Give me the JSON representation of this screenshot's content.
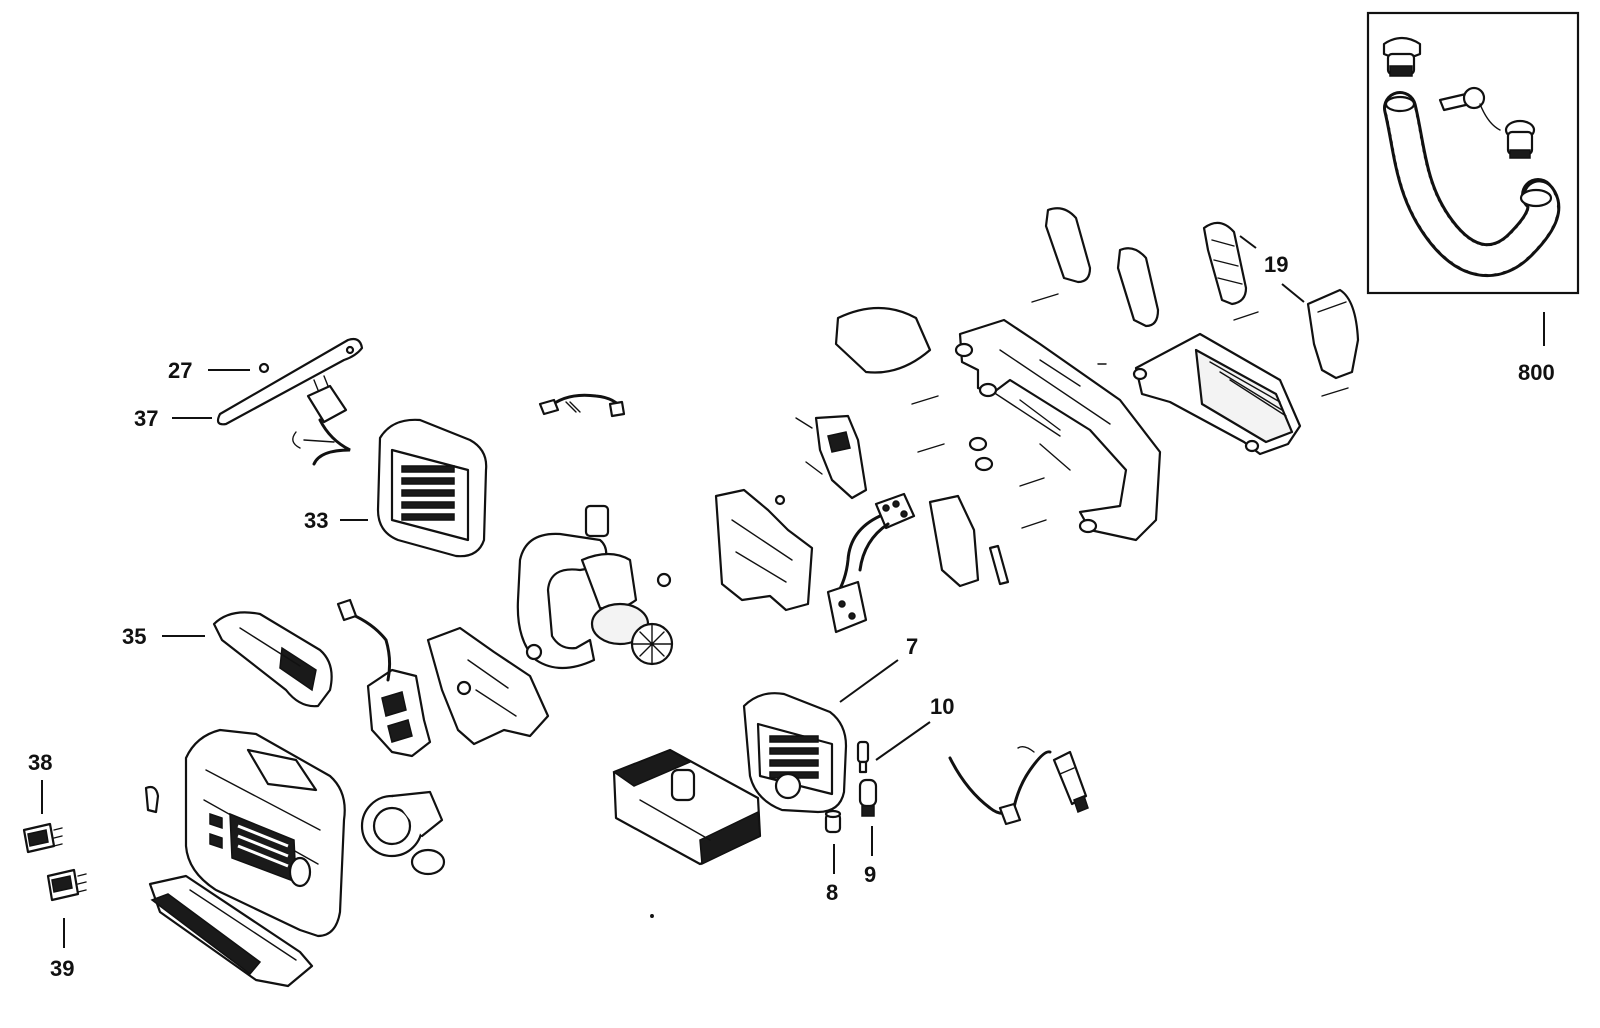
{
  "callouts": {
    "c7": "7",
    "c8": "8",
    "c9": "9",
    "c10": "10",
    "c19": "19",
    "c27": "27",
    "c33": "33",
    "c35": "35",
    "c37": "37",
    "c38": "38",
    "c39": "39",
    "c800": "800"
  }
}
